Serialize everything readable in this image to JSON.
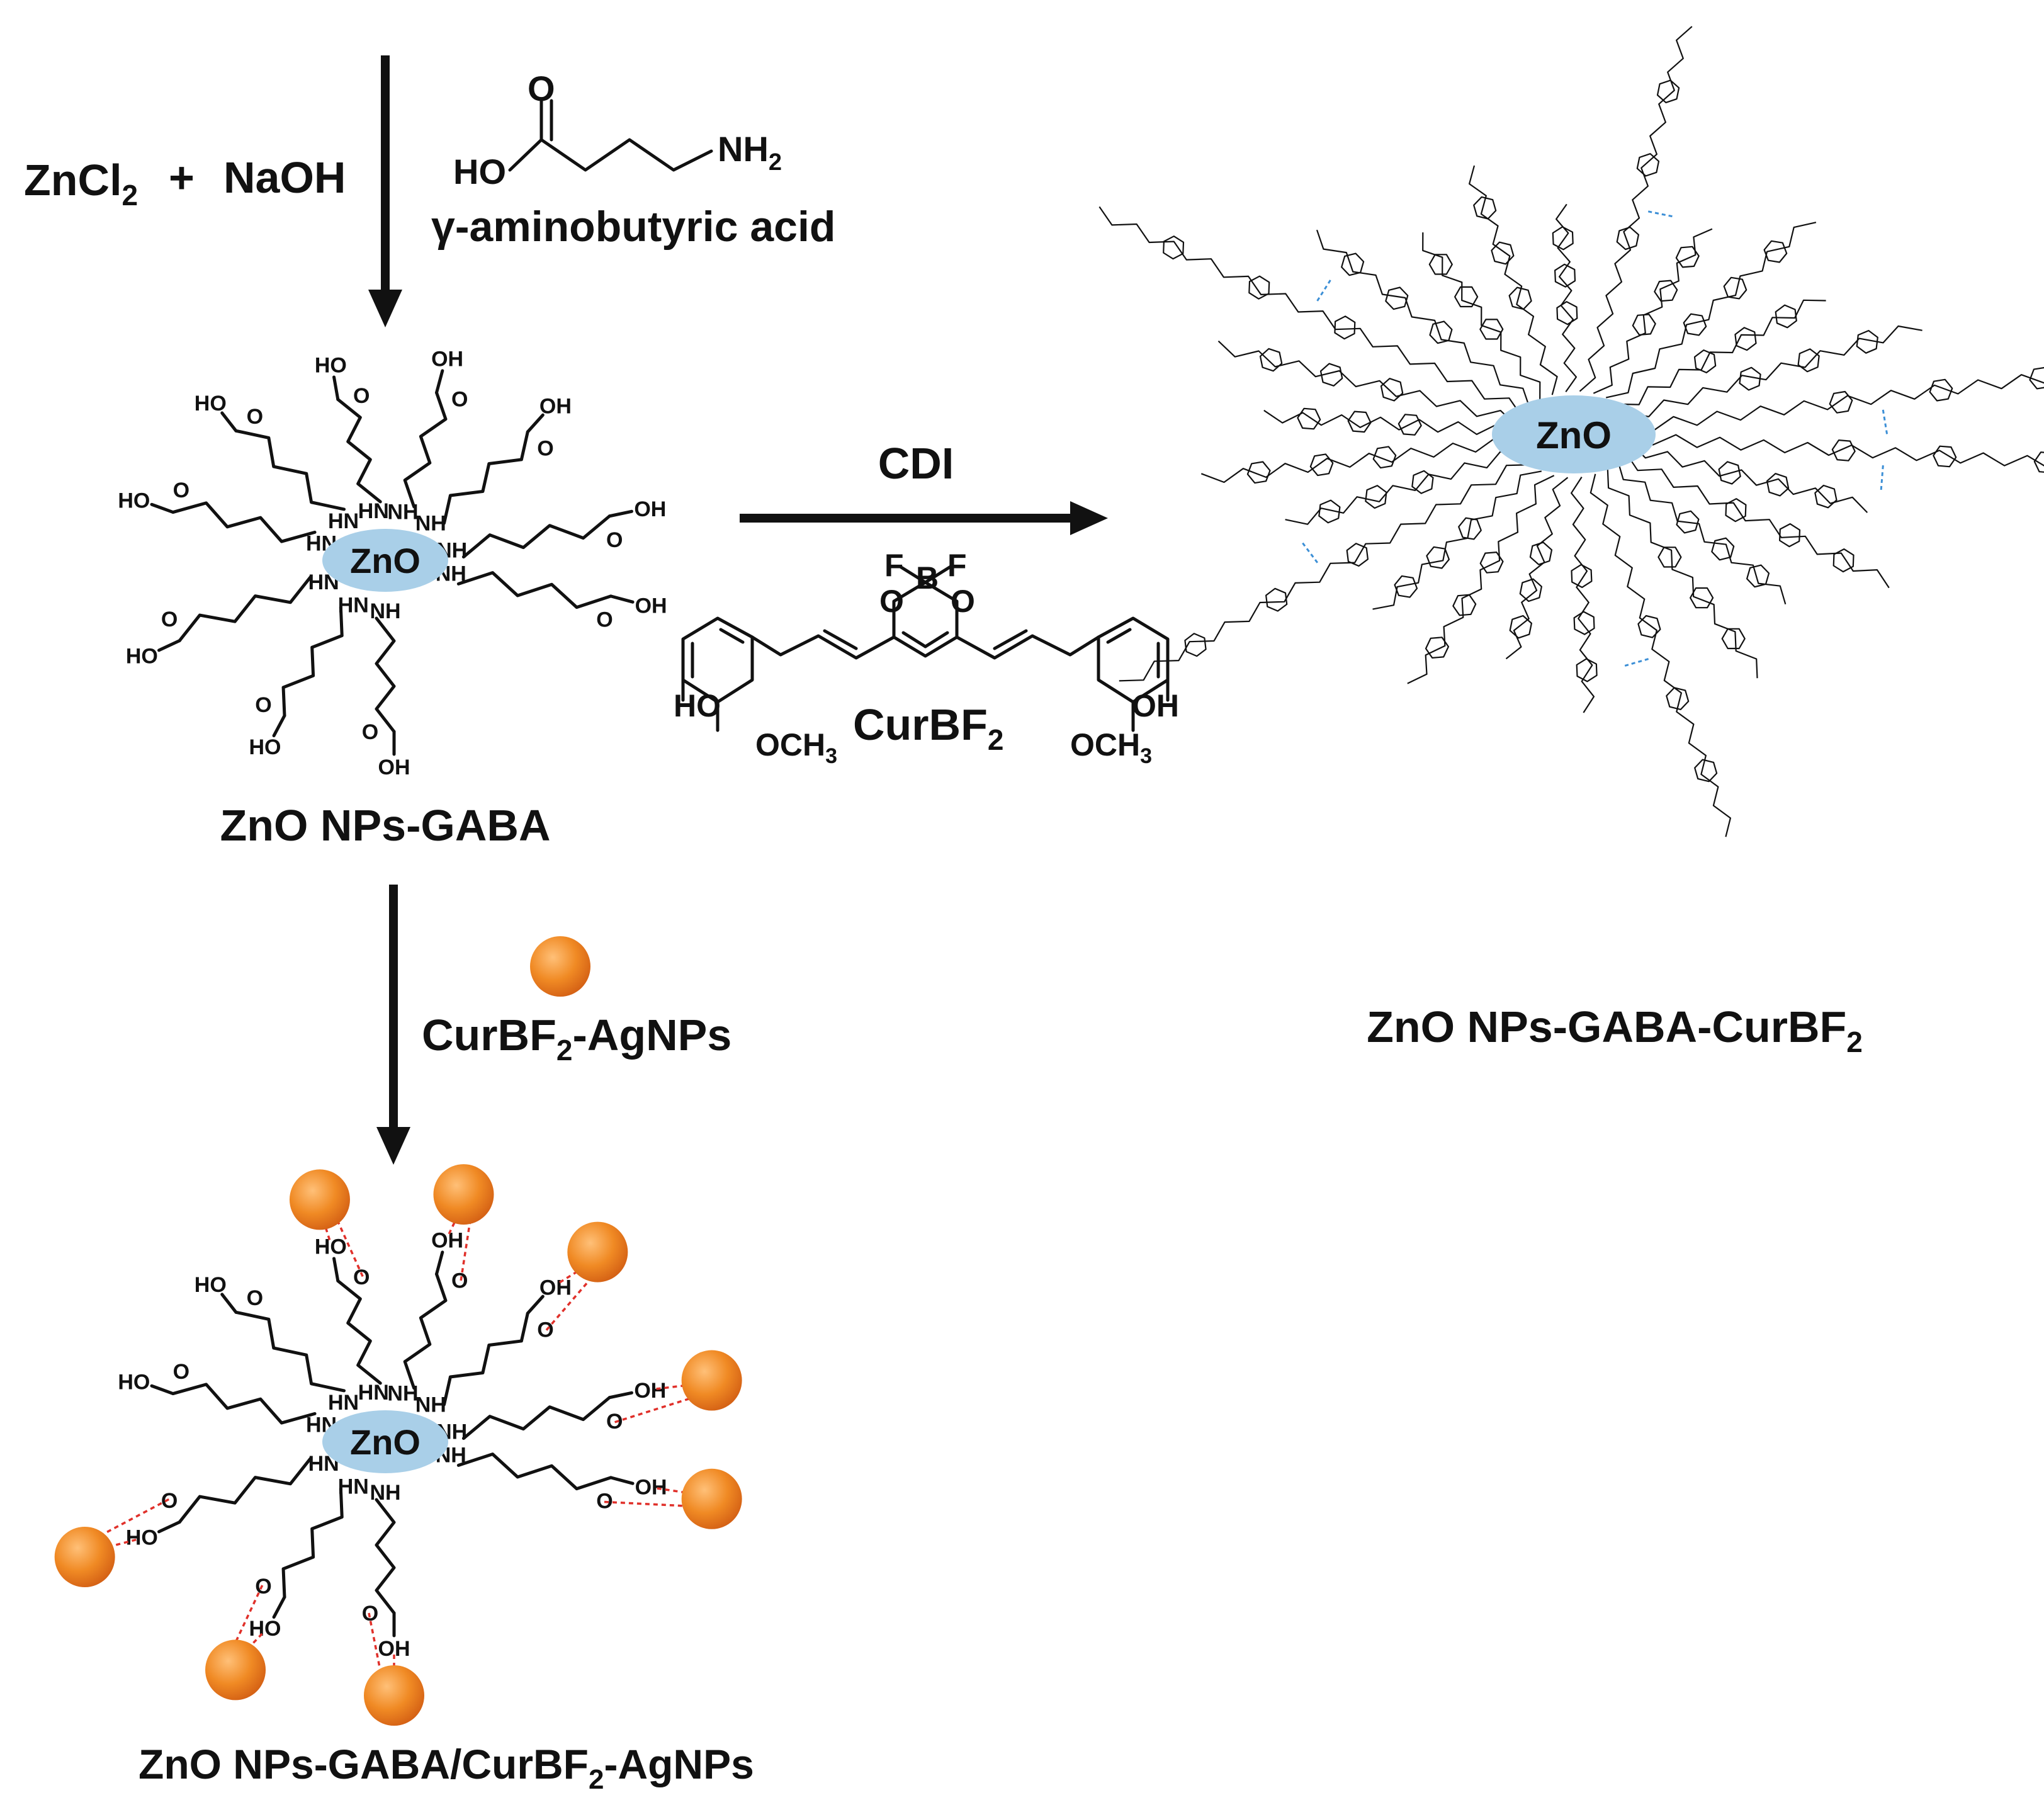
{
  "reagents": {
    "zncl2": "ZnCl",
    "zncl2_sub": "2",
    "plus": "+",
    "naoh": "NaOH",
    "gaba_name": "γ-aminobutyric acid",
    "gaba_o": "O",
    "gaba_ho": "HO",
    "gaba_nh2": "NH",
    "gaba_nh2_sub": "2"
  },
  "step_cdi": {
    "reagent": "CDI",
    "curbf2_label": "CurBF",
    "curbf2_sub": "2",
    "atoms": {
      "f": "F",
      "b": "B",
      "o": "O",
      "ho": "HO",
      "oh": "OH",
      "och3": "OCH",
      "och3_sub": "3"
    }
  },
  "step_ag": {
    "reagent": "CurBF",
    "reagent_sub": "2",
    "reagent_suffix": "-AgNPs"
  },
  "products": {
    "gaba": "ZnO NPs-GABA",
    "gaba_curbf2": "ZnO NPs-GABA-CurBF",
    "gaba_curbf2_sub": "2",
    "gaba_agnps_a": "ZnO NPs-GABA/CurBF",
    "gaba_agnps_sub": "2",
    "gaba_agnps_b": "-AgNPs"
  },
  "core": {
    "label": "ZnO"
  },
  "ligand_atoms": {
    "nh": "NH",
    "hn": "HN",
    "h": "H",
    "ho": "HO",
    "oh": "OH",
    "o": "O"
  },
  "colors": {
    "zno_core": "#a9cfe8",
    "agnp": "#f08a24",
    "agnp_dark": "#d9641a",
    "hbond_red": "#e0302a",
    "hbond_blue": "#3c8fd6"
  }
}
